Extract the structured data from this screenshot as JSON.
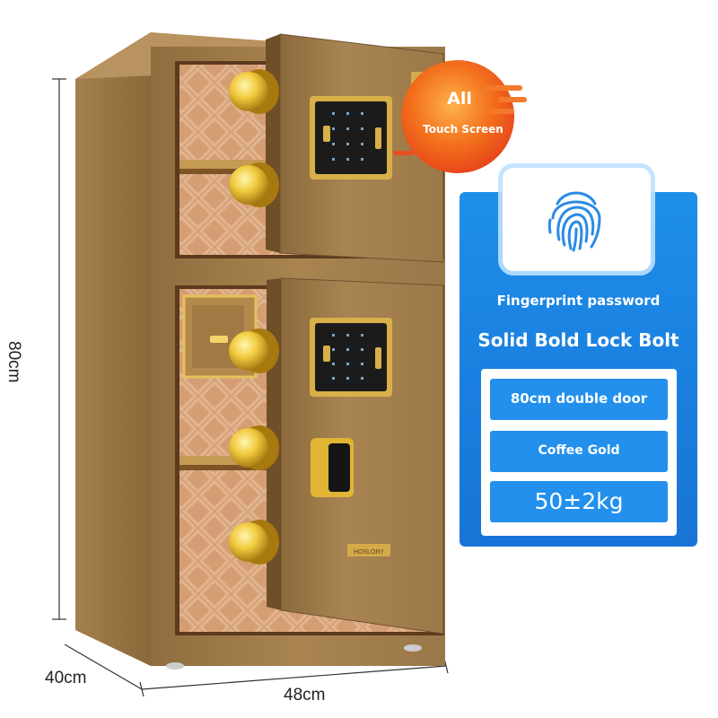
{
  "dimensions": {
    "height": "80cm",
    "depth": "40cm",
    "width": "48cm"
  },
  "badge": {
    "line1": "All",
    "line2": "Touch Screen"
  },
  "features": {
    "fingerprint": "Fingerprint password",
    "bolt": "Solid Bold Lock Bolt"
  },
  "specs": [
    "80cm double door",
    "Coffee Gold",
    "50±2kg"
  ],
  "brand_plate": "HOSLORY",
  "colors": {
    "panel_blue": "#1a7fe0",
    "spec_blue": "#2290ec",
    "safe_gold": "#b08a55",
    "badge_orange": "#f06a1e"
  }
}
